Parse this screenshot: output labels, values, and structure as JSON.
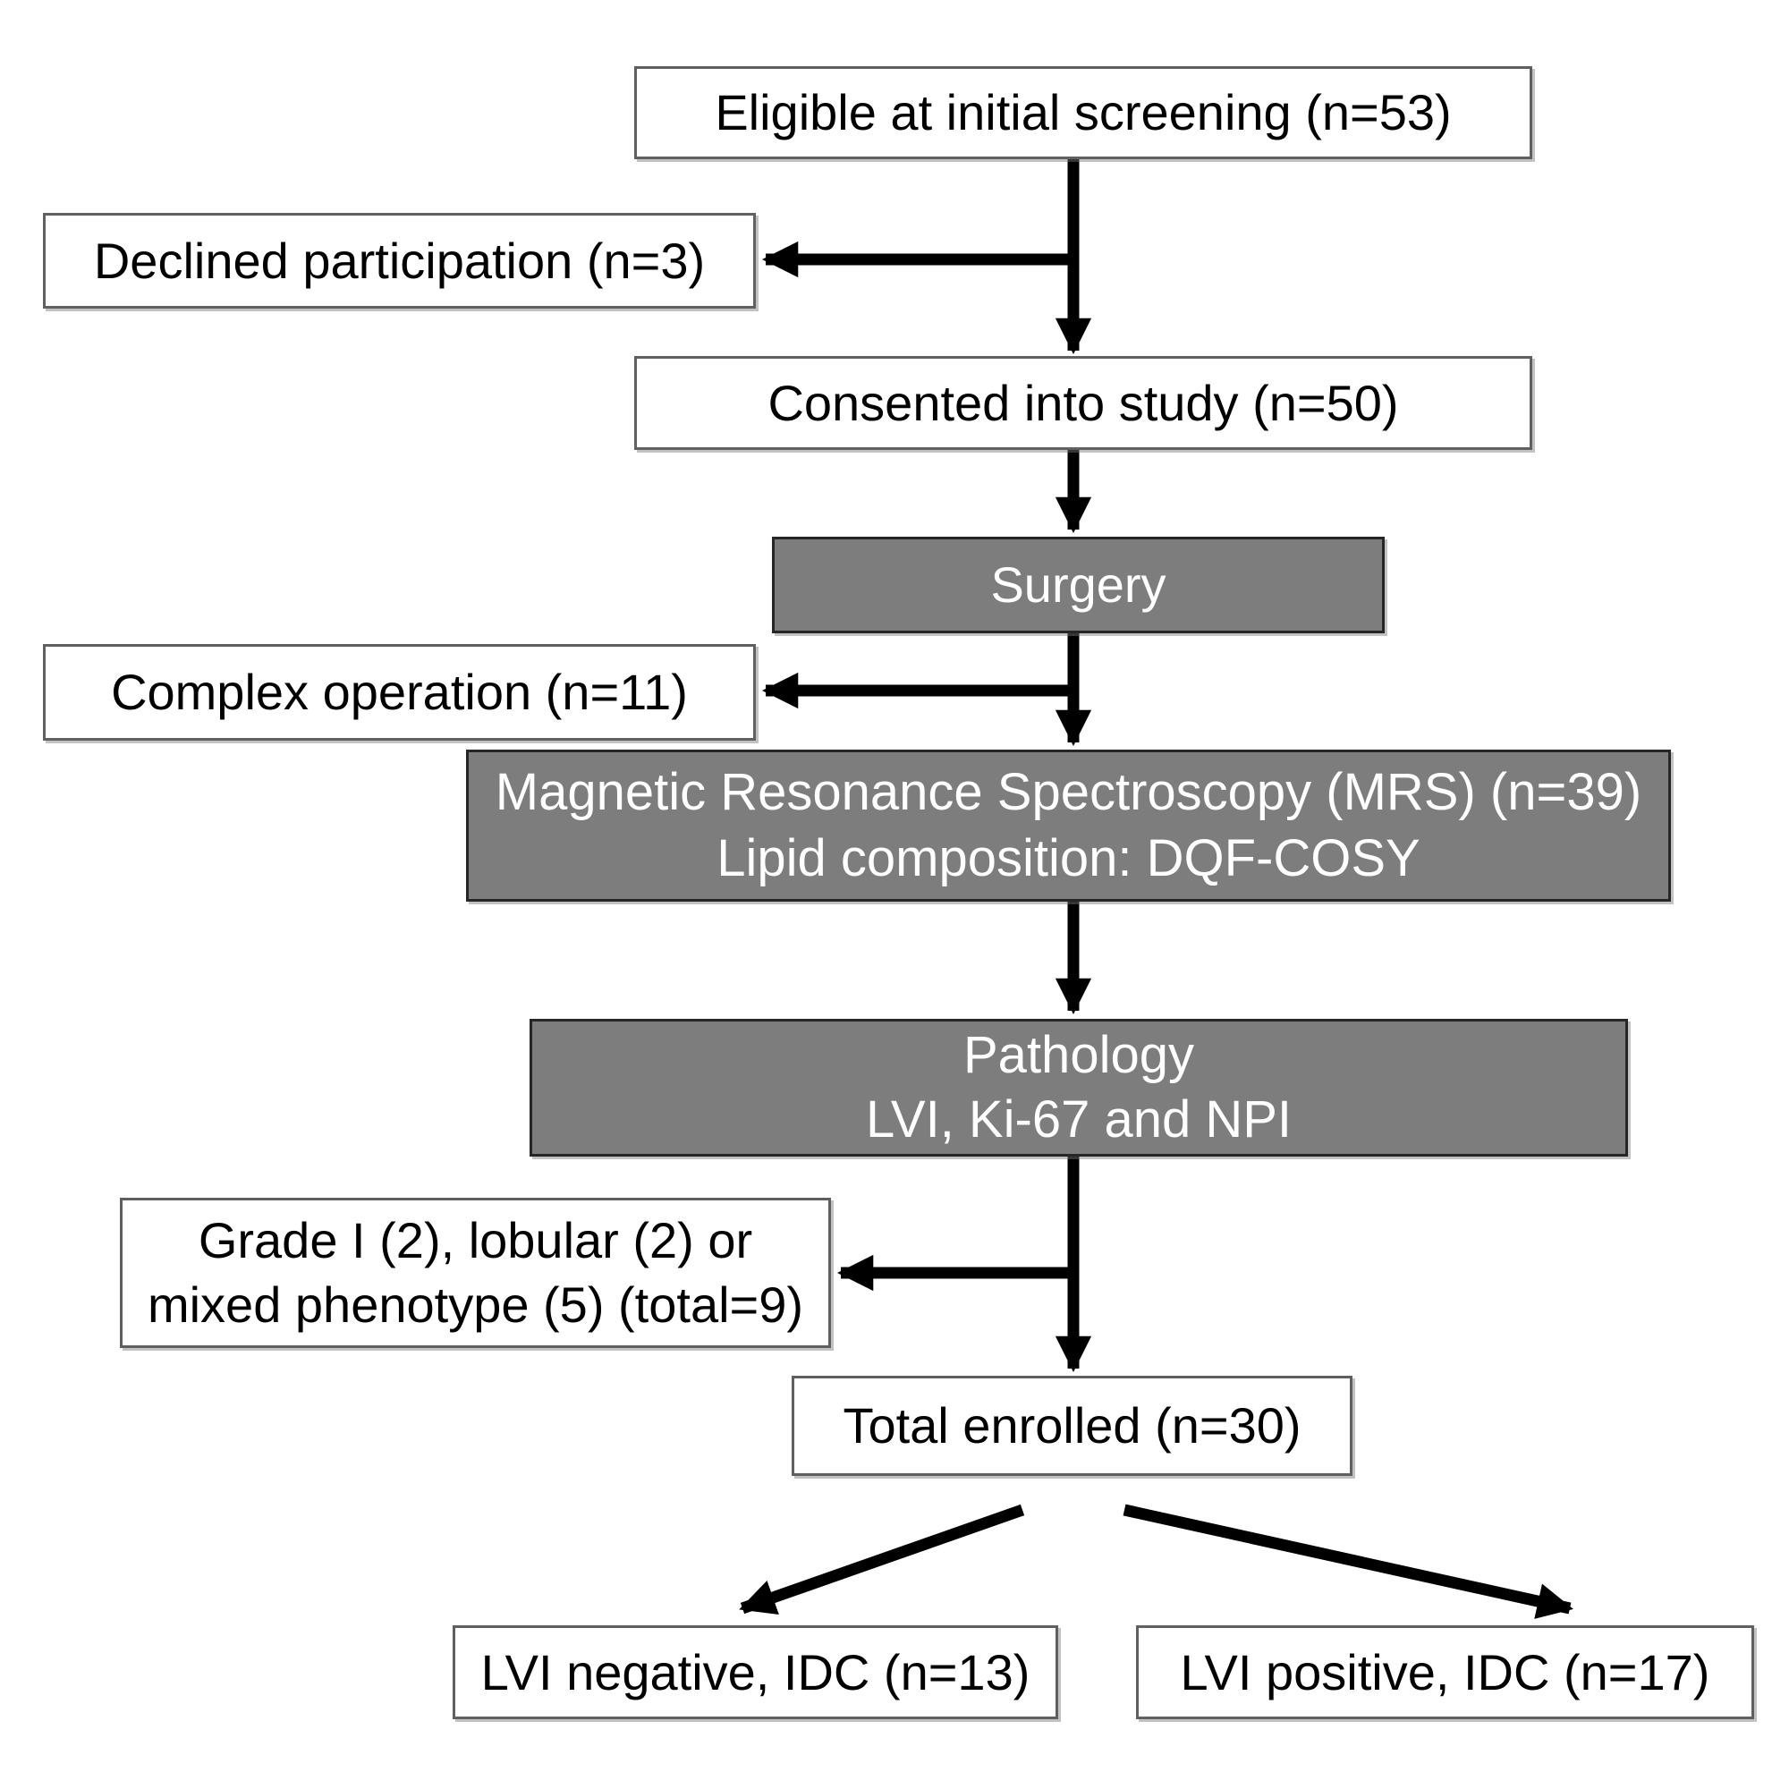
{
  "diagram": {
    "type": "flowchart",
    "colors": {
      "process_fill": "#7d7d7d",
      "process_text": "#ffffff",
      "plain_fill": "#ffffff",
      "plain_text": "#000000",
      "arrow": "#000000"
    },
    "nodes": {
      "eligible": {
        "label": "Eligible at initial screening (n=53)"
      },
      "declined": {
        "label": "Declined participation (n=3)"
      },
      "consented": {
        "label": "Consented into study (n=50)"
      },
      "surgery": {
        "label": "Surgery"
      },
      "complex": {
        "label": "Complex operation (n=11)"
      },
      "mrs": {
        "line1": "Magnetic Resonance Spectroscopy (MRS) (n=39)",
        "line2": "Lipid composition: DQF-COSY"
      },
      "pathology": {
        "line1": "Pathology",
        "line2": "LVI, Ki-67 and NPI"
      },
      "grade": {
        "line1": "Grade I (2), lobular (2) or",
        "line2": "mixed phenotype (5) (total=9)"
      },
      "total": {
        "label": "Total enrolled (n=30)"
      },
      "lvi_negative": {
        "label": "LVI negative, IDC (n=13)"
      },
      "lvi_positive": {
        "label": "LVI positive, IDC (n=17)"
      }
    },
    "edges": [
      {
        "from": "eligible",
        "to": "declined",
        "kind": "exclusion-branch"
      },
      {
        "from": "eligible",
        "to": "consented",
        "kind": "main-flow"
      },
      {
        "from": "consented",
        "to": "surgery",
        "kind": "main-flow"
      },
      {
        "from": "surgery",
        "to": "complex",
        "kind": "exclusion-branch"
      },
      {
        "from": "surgery",
        "to": "mrs",
        "kind": "main-flow"
      },
      {
        "from": "mrs",
        "to": "pathology",
        "kind": "main-flow"
      },
      {
        "from": "pathology",
        "to": "grade",
        "kind": "exclusion-branch"
      },
      {
        "from": "pathology",
        "to": "total",
        "kind": "main-flow"
      },
      {
        "from": "total",
        "to": "lvi_negative",
        "kind": "split"
      },
      {
        "from": "total",
        "to": "lvi_positive",
        "kind": "split"
      }
    ]
  }
}
